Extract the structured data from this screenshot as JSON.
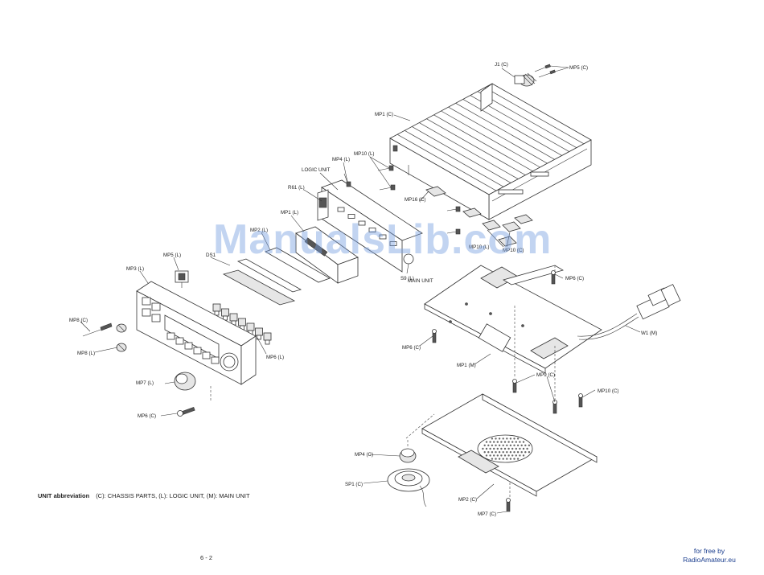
{
  "labels": {
    "j1_c": "J1 (C)",
    "mp5_c": "MP5 (C)",
    "mp1_c": "MP1 (C)",
    "mp4_l": "MP4 (L)",
    "mp10_l": "MP10 (L)",
    "logic_unit": "LOGIC UNIT",
    "r61_l": "R61 (L)",
    "mp16_c": "MP16 (C)",
    "mp1_l": "MP1 (L)",
    "mp2_l": "MP2 (L)",
    "mp10_l_2": "MP10 (L)",
    "mp10_c_r": "MP10 (C)",
    "ds1": "DS1",
    "mp5_l": "MP5 (L)",
    "s9_l": "S9 (L)",
    "main_unit": "MAIN UNIT",
    "mp6_c_top": "MP6 (C)",
    "mp3_l": "MP3 (L)",
    "mp8_c": "MP8 (C)",
    "mp8_l": "MP8 (L)",
    "mp6_l": "MP6 (L)",
    "w1_m": "W1 (M)",
    "mp6_c_left": "MP6 (C)",
    "mp1_m": "MP1 (M)",
    "mp9_c": "MP9 (C)",
    "mp10_c": "MP10 (C)",
    "mp7_l": "MP7 (L)",
    "mp6_c_bottom": "MP6 (C)",
    "mp4_c": "MP4 (C)",
    "sp1_c": "SP1 (C)",
    "mp2_c": "MP2 (C)",
    "mp7_c": "MP7 (C)"
  },
  "footer": {
    "abbr_title": "UNIT abbreviation",
    "abbr_text": "(C): CHASSIS PARTS, (L): LOGIC UNIT, (M): MAIN UNIT",
    "page": "6 - 2",
    "free_by": "for free by",
    "site": "RadioAmateur.eu"
  },
  "watermark": "ManualsLib.com"
}
